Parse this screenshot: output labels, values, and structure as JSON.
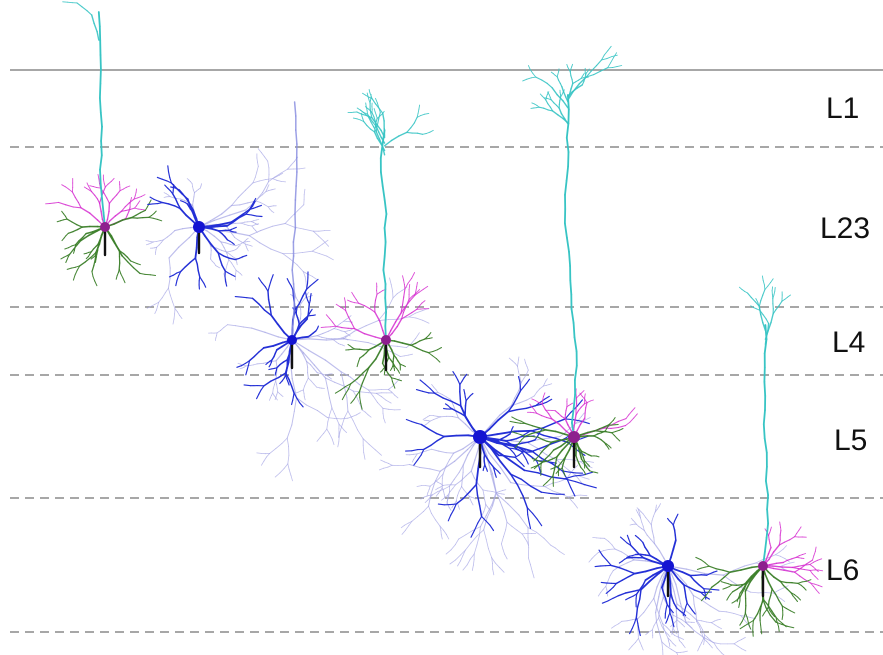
{
  "layers": [
    {
      "name": "L1"
    },
    {
      "name": "L23"
    },
    {
      "name": "L4"
    },
    {
      "name": "L5"
    },
    {
      "name": "L6"
    }
  ],
  "colors": {
    "apical_dendrite": "#38c4c4",
    "excitatory_basal": "#3c7f2a",
    "excitatory_soma": "#8e1f8e",
    "excitatory_axon": "#d62fd0",
    "inhibitory_dendrite": "#2430d6",
    "inhibitory_axon": "#a8a8e6",
    "inhibitory_soma": "#1414d2",
    "boundary": "#8a8a8a",
    "label_text": "#111111"
  },
  "neurons": [
    {
      "id": "L23-pyramidal",
      "type": "excitatory",
      "layer": "L23"
    },
    {
      "id": "L23-interneuron",
      "type": "inhibitory",
      "layer": "L23"
    },
    {
      "id": "L4-interneuron",
      "type": "inhibitory",
      "layer": "L4"
    },
    {
      "id": "L4-pyramidal",
      "type": "excitatory",
      "layer": "L4"
    },
    {
      "id": "L5-interneuron",
      "type": "inhibitory",
      "layer": "L5"
    },
    {
      "id": "L5-pyramidal",
      "type": "excitatory",
      "layer": "L5"
    },
    {
      "id": "L6-interneuron",
      "type": "inhibitory",
      "layer": "L6"
    },
    {
      "id": "L6-pyramidal",
      "type": "excitatory",
      "layer": "L6"
    }
  ]
}
